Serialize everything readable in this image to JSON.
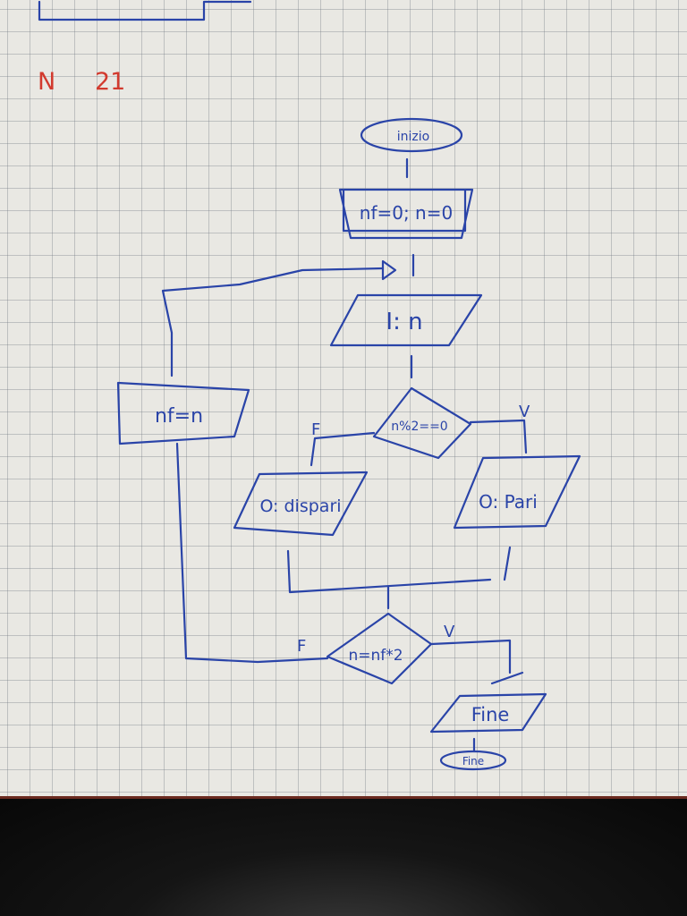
{
  "header": {
    "label_n": "N",
    "number": "21"
  },
  "flowchart": {
    "start": "inizio",
    "init": "nf=0; n=0",
    "input": "I: n",
    "assign": "nf=n",
    "condition_parity": "n%2==0",
    "parity_false_label": "F",
    "parity_true_label": "V",
    "output_odd": "O: dispari",
    "output_even": "O: Pari",
    "condition_loop": "n=nf*2",
    "loop_false_label": "F",
    "loop_true_label": "V",
    "output_end": "Fine",
    "end": "Fine"
  },
  "colors": {
    "ink": "#2a44a8",
    "red_ink": "#d23a2e",
    "paper": "#e9e8e3",
    "grid": "#787d87"
  }
}
